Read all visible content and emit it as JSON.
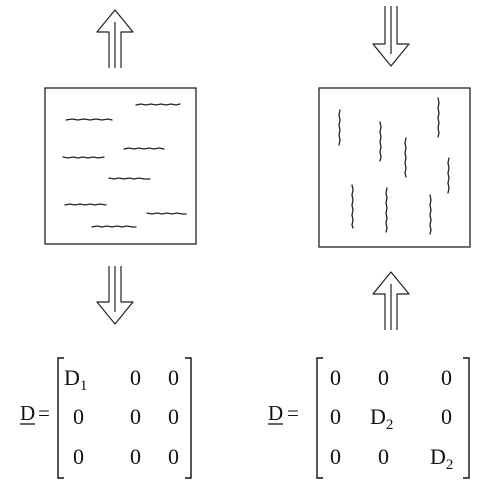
{
  "left_equation": {
    "symbol": "D",
    "equals": "=",
    "matrix": [
      [
        {
          "base": "D",
          "sub": "1"
        },
        {
          "base": "0"
        },
        {
          "base": "0"
        }
      ],
      [
        {
          "base": "0"
        },
        {
          "base": "0"
        },
        {
          "base": "0"
        }
      ],
      [
        {
          "base": "0"
        },
        {
          "base": "0"
        },
        {
          "base": "0"
        }
      ]
    ]
  },
  "right_equation": {
    "symbol": "D",
    "equals": "=",
    "matrix": [
      [
        {
          "base": "0"
        },
        {
          "base": "0"
        },
        {
          "base": "0"
        }
      ],
      [
        {
          "base": "0"
        },
        {
          "base": "D",
          "sub": "2"
        },
        {
          "base": "0"
        }
      ],
      [
        {
          "base": "0"
        },
        {
          "base": "0"
        },
        {
          "base": "D",
          "sub": "2"
        }
      ]
    ]
  },
  "colors": {
    "ink": "#111111",
    "background": "#ffffff"
  }
}
